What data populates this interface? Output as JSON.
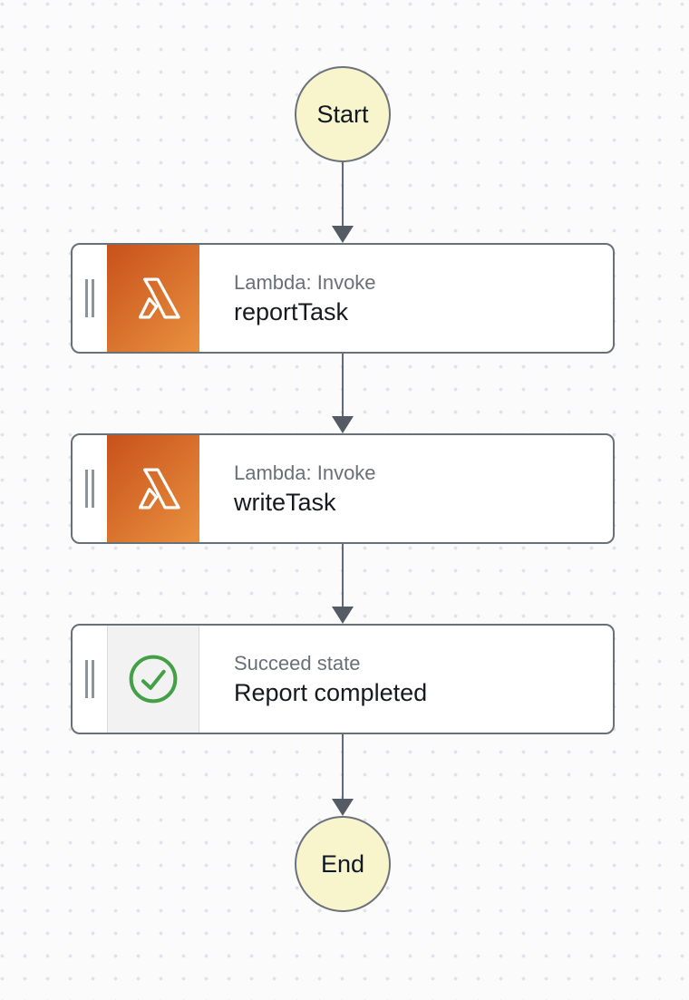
{
  "diagram": {
    "start_label": "Start",
    "end_label": "End",
    "nodes": [
      {
        "type": "lambda-task",
        "label": "Lambda: Invoke",
        "title": "reportTask"
      },
      {
        "type": "lambda-task",
        "label": "Lambda: Invoke",
        "title": "writeTask"
      },
      {
        "type": "succeed-state",
        "label": "Succeed state",
        "title": "Report completed"
      }
    ],
    "icons": {
      "lambda": "lambda-icon",
      "succeed": "check-circle-icon",
      "handle": "drag-handle-icon"
    }
  },
  "colors": {
    "canvas-bg": "#fbfbfc",
    "dot": "#e2e2ea",
    "node-border": "#687078",
    "node-bg": "#ffffff",
    "terminal-fill": "#f8f5cd",
    "terminal-border": "#6b727c",
    "arrow": "#5f6b7a",
    "label-gray": "#687078",
    "title-dark": "#16191f",
    "lambda-grad-start": "#c8511b",
    "lambda-grad-end": "#e9913f",
    "succeed-green": "#43a047",
    "succeed-bg": "#f2f2f2",
    "handle": "#8b949c"
  }
}
